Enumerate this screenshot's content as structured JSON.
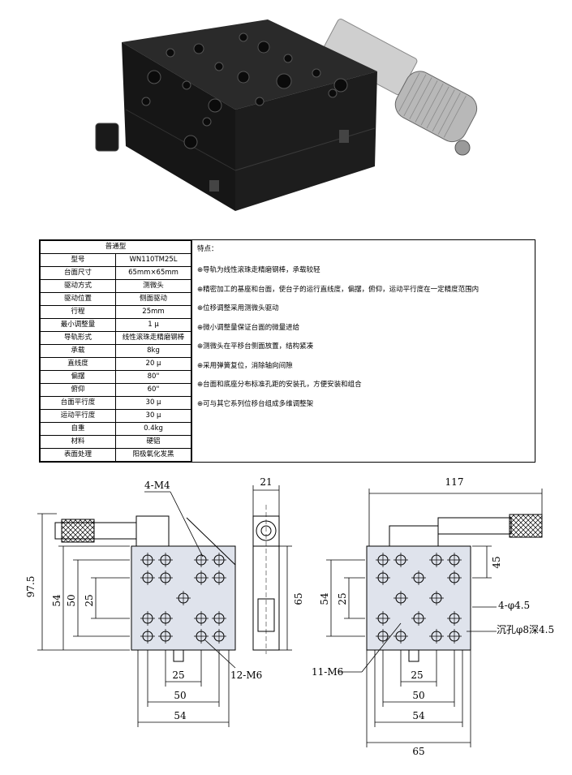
{
  "spec": {
    "header": "普通型",
    "rows": [
      {
        "k": "型号",
        "v": "WN110TM25L"
      },
      {
        "k": "台面尺寸",
        "v": "65mm×65mm"
      },
      {
        "k": "驱动方式",
        "v": "测微头"
      },
      {
        "k": "驱动位置",
        "v": "侧面驱动"
      },
      {
        "k": "行程",
        "v": "25mm"
      },
      {
        "k": "最小调整量",
        "v": "1 μ"
      },
      {
        "k": "导轨形式",
        "v": "线性滚珠走精磨钢棒"
      },
      {
        "k": "承载",
        "v": "8kg"
      },
      {
        "k": "直线度",
        "v": "20 μ"
      },
      {
        "k": "偏摆",
        "v": "80\""
      },
      {
        "k": "俯仰",
        "v": "60\""
      },
      {
        "k": "台面平行度",
        "v": "30 μ"
      },
      {
        "k": "运动平行度",
        "v": "30 μ"
      },
      {
        "k": "自重",
        "v": "0.4kg"
      },
      {
        "k": "材料",
        "v": "硬铝"
      },
      {
        "k": "表面处理",
        "v": "阳极氧化发黑"
      }
    ],
    "features_title": "特点：",
    "features": [
      "⊕导轨为线性滚珠走精磨钢棒，承载较轻",
      "⊕精密加工的基座和台面，使台子的运行直线度，偏摆，俯仰，运动平行度在一定精度范围内",
      "⊕位移调整采用测微头驱动",
      "⊕微小调整量保证台面的微量进给",
      "⊕测微头在平移台侧面放置，结构紧凑",
      "⊕采用弹簧复位，消除轴向间隙",
      "⊕台面和底座分布标准孔距的安装孔，方便安装和组合",
      "⊕可与其它系列位移台组成多维调整架"
    ]
  },
  "drawing": {
    "left": {
      "d97_5": "97.5",
      "d54": "54",
      "d50": "50",
      "d25": "25",
      "b25": "25",
      "b50": "50",
      "b54": "54",
      "m4": "4-M4",
      "m6": "12-M6"
    },
    "side": {
      "d21": "21",
      "d65": "65"
    },
    "right": {
      "d117": "117",
      "d54": "54",
      "d25": "25",
      "d45": "45",
      "b25": "25",
      "b50": "50",
      "b54": "54",
      "b65": "65",
      "phi": "4-φ4.5",
      "counter": "沉孔φ8深4.5",
      "m6": "11-M6"
    }
  }
}
